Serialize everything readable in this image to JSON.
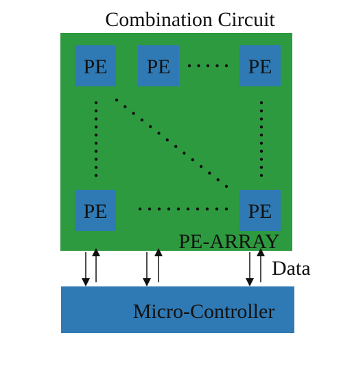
{
  "diagram": {
    "title": "Combination Circuit",
    "array_label": "PE-ARRAY",
    "pe_label": "PE",
    "controller_label": "Micro-Controller",
    "data_label": "Data",
    "colors": {
      "array_fill": "#2e9a3f",
      "pe_fill": "#2f7ab5",
      "controller_fill": "#2f7ab5",
      "text": "#111111",
      "dots": "#111111"
    }
  }
}
